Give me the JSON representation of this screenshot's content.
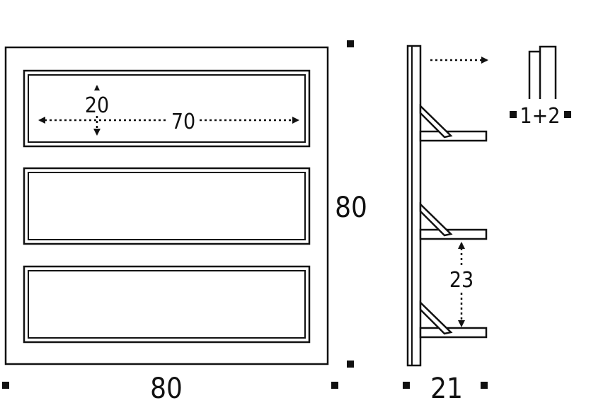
{
  "colors": {
    "line": "#111111",
    "fill": "#ffffff"
  },
  "front_view": {
    "width_label": "80",
    "height_label": "80",
    "compartment_height_label": "20",
    "compartment_width_label": "70"
  },
  "side_view": {
    "depth_label": "21",
    "shelf_spacing_label": "23"
  },
  "detail": {
    "label": "1+2"
  }
}
